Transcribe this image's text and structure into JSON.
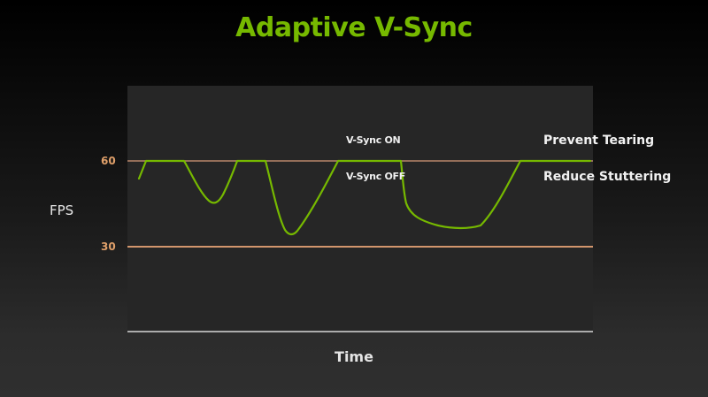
{
  "title": "Adaptive V-Sync",
  "axes": {
    "ylabel": "FPS",
    "xlabel": "Time",
    "yticks": [
      "60",
      "30"
    ]
  },
  "annotations": {
    "vsync_on": "V-Sync ON",
    "vsync_off": "V-Sync OFF",
    "prevent_tearing": "Prevent Tearing",
    "reduce_stuttering": "Reduce Stuttering"
  },
  "colors": {
    "title": "#76b900",
    "curve": "#76b900",
    "reference_lines": "#c8906a",
    "axis": "#d0d0d0",
    "panel": "#262626"
  },
  "chart_data": {
    "type": "line",
    "title": "Adaptive V-Sync",
    "xlabel": "Time",
    "ylabel": "FPS",
    "ylim": [
      0,
      70
    ],
    "yticks": [
      30,
      60
    ],
    "grid": false,
    "reference_lines": [
      {
        "y": 60,
        "label": "60"
      },
      {
        "y": 30,
        "label": "30"
      }
    ],
    "annotations": [
      {
        "text": "V-Sync ON",
        "position": "above 60 line"
      },
      {
        "text": "V-Sync OFF",
        "position": "below 60 line"
      },
      {
        "text": "Prevent Tearing",
        "position": "right, above 60 line"
      },
      {
        "text": "Reduce Stuttering",
        "position": "right, below 60 line"
      }
    ],
    "series": [
      {
        "name": "FPS",
        "x": [
          0,
          2,
          13,
          21,
          28,
          36,
          43,
          57,
          75,
          76,
          80,
          91,
          98,
          109,
          129
        ],
        "values": [
          54,
          60,
          60,
          46,
          60,
          60,
          35,
          60,
          60,
          48,
          40,
          36,
          37,
          60,
          60
        ]
      }
    ]
  }
}
